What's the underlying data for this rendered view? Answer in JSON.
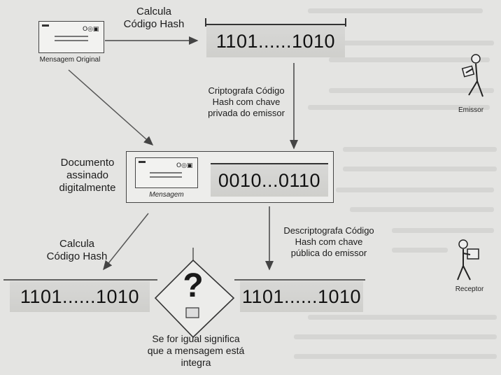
{
  "labels": {
    "calc_hash_top": [
      "Calcula",
      "Código Hash"
    ],
    "message_original": "Mensagem Original",
    "encrypt": [
      "Criptografa Código",
      "Hash com chave",
      "privada do emissor"
    ],
    "signed_doc": [
      "Documento",
      "assinado",
      "digitalmente"
    ],
    "message": "Mensagem",
    "calc_hash_bottom": [
      "Calcula",
      "Código Hash"
    ],
    "decrypt": [
      "Descriptografa Código",
      "Hash com chave",
      "pública do emissor"
    ],
    "conclusion": [
      "Se for igual significa",
      "que a mensagem está",
      "integra"
    ],
    "sender": "Emissor",
    "receiver": "Receptor",
    "question_mark": "?"
  },
  "values": {
    "hash_top": "1101......1010",
    "encrypted": "0010...0110",
    "hash_left": "1101......1010",
    "hash_right": "1101......1010"
  },
  "colors": {
    "background": "#e4e4e2",
    "hash_fill": "#d3d3d0",
    "line": "#333333"
  }
}
